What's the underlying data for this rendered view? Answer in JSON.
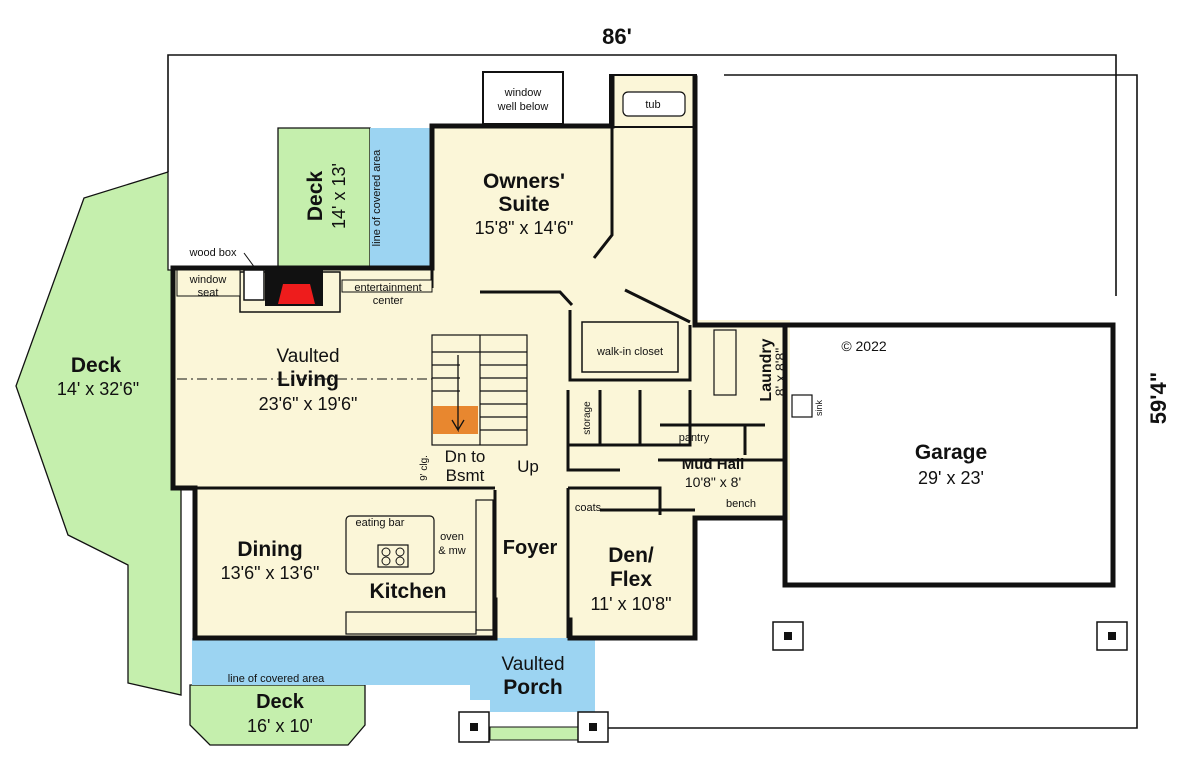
{
  "dimensions": {
    "width": "86'",
    "depth": "59'4\""
  },
  "copyright": "© 2022",
  "colors": {
    "deck_green": "#c5efad",
    "covered_blue": "#9cd4f2",
    "interior": "#fbf6d8",
    "wall": "#111111",
    "fireplace": "#ee1c1c",
    "stair_highlight": "#e8872f",
    "garage": "#ffffff"
  },
  "rooms": {
    "deck_left": {
      "name": "Deck",
      "size": "14' x 32'6\""
    },
    "deck_upper": {
      "name": "Deck",
      "size": "14' x 13'"
    },
    "deck_bottom": {
      "name": "Deck",
      "size": "16' x 10'"
    },
    "owners_suite": {
      "name1": "Owners'",
      "name2": "Suite",
      "size": "15'8\" x 14'6\""
    },
    "living": {
      "name1": "Vaulted",
      "name2": "Living",
      "size": "23'6\" x 19'6\""
    },
    "dining": {
      "name": "Dining",
      "size": "13'6\" x 13'6\""
    },
    "kitchen": {
      "name": "Kitchen"
    },
    "foyer": {
      "name": "Foyer"
    },
    "den": {
      "name1": "Den/",
      "name2": "Flex",
      "size": "11' x 10'8\""
    },
    "porch": {
      "name1": "Vaulted",
      "name2": "Porch"
    },
    "mud_hall": {
      "name": "Mud Hall",
      "size": "10'8\" x 8'"
    },
    "laundry": {
      "name": "Laundry",
      "size": "8' x 8'8\""
    },
    "garage": {
      "name": "Garage",
      "size": "29' x 23'"
    }
  },
  "labels": {
    "window_well_1": "window",
    "window_well_2": "well below",
    "tub": "tub",
    "covered_area": "line of covered area",
    "wood_box": "wood box",
    "window_seat_1": "window",
    "window_seat_2": "seat",
    "entertainment_1": "entertainment",
    "entertainment_2": "center",
    "walk_in_closet": "walk-in closet",
    "storage": "storage",
    "pantry": "pantry",
    "coats": "coats",
    "bench": "bench",
    "sink": "sink",
    "eating_bar": "eating bar",
    "oven_1": "oven",
    "oven_2": "& mw",
    "ceiling": "9' clg.",
    "dn_1": "Dn to",
    "dn_2": "Bsmt",
    "up": "Up"
  }
}
